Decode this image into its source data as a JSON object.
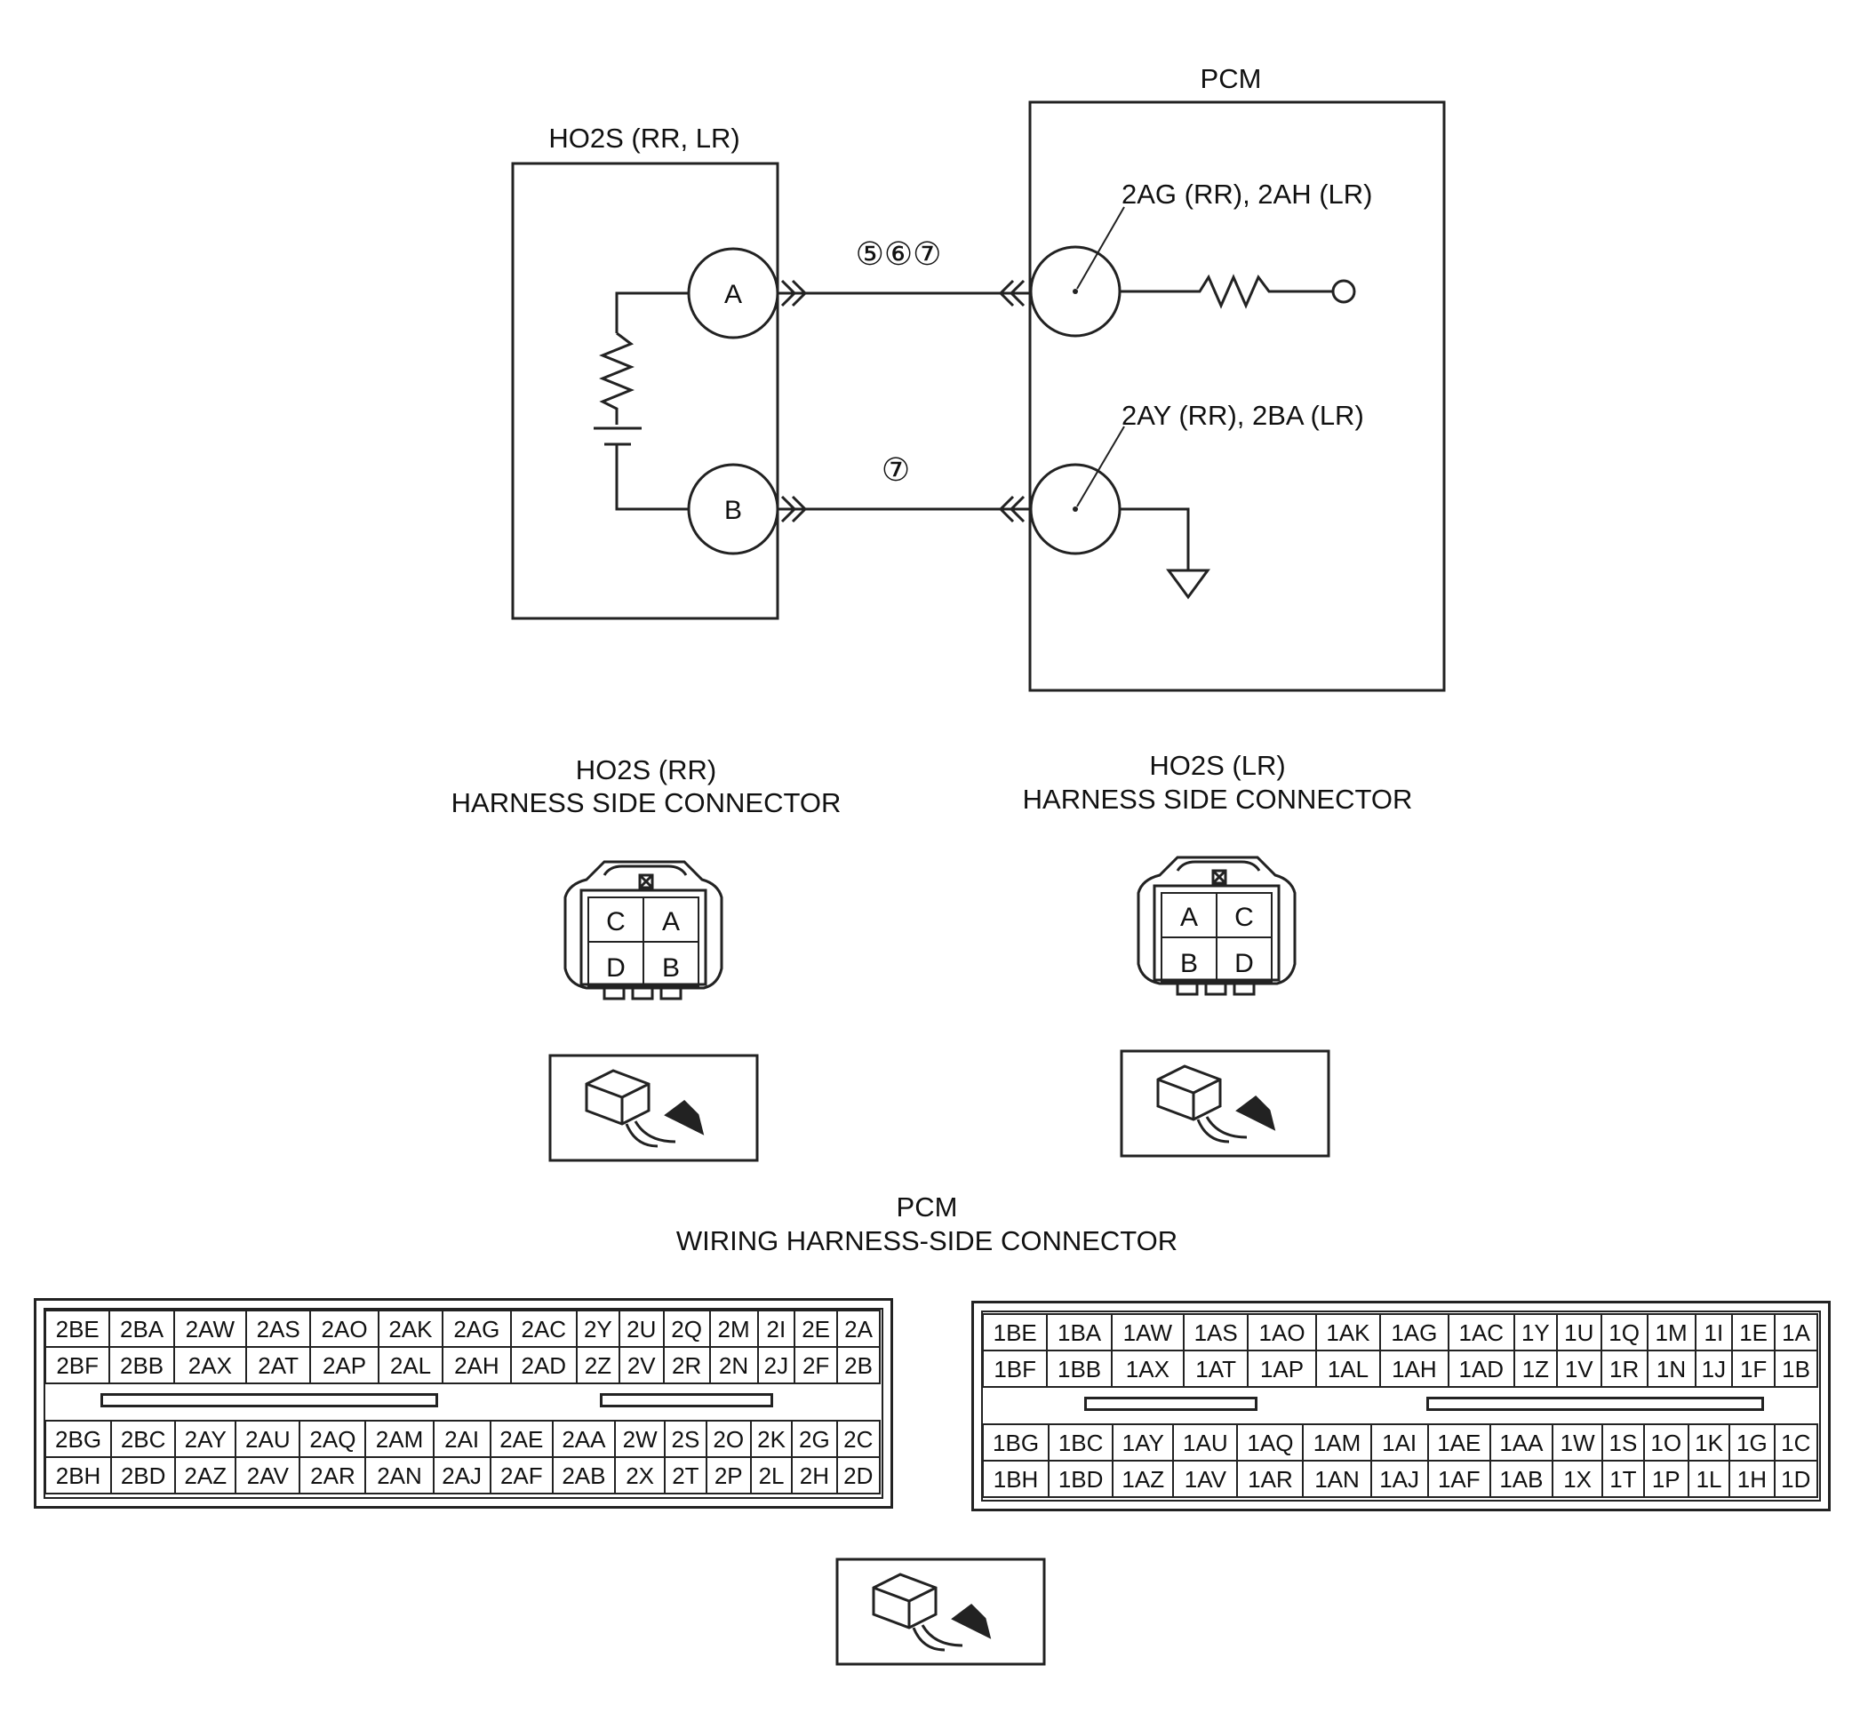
{
  "schematic": {
    "sensor": {
      "title": "HO2S (RR, LR)",
      "terminals": [
        "A",
        "B"
      ]
    },
    "pcm": {
      "title": "PCM",
      "terminal_top_label": "2AG (RR), 2AH (LR)",
      "terminal_bottom_label": "2AY (RR), 2BA (LR)"
    },
    "wire_top_marks": "⑤⑥⑦",
    "wire_bottom_marks": "⑦"
  },
  "connectors": {
    "rr": {
      "title_line1": "HO2S (RR)",
      "title_line2": "HARNESS SIDE CONNECTOR",
      "pins": [
        [
          "C",
          "A"
        ],
        [
          "D",
          "B"
        ]
      ]
    },
    "lr": {
      "title_line1": "HO2S (LR)",
      "title_line2": "HARNESS SIDE CONNECTOR",
      "pins": [
        [
          "A",
          "C"
        ],
        [
          "B",
          "D"
        ]
      ]
    }
  },
  "pcm_connector": {
    "title_line1": "PCM",
    "title_line2": "WIRING HARNESS-SIDE CONNECTOR",
    "left_block": {
      "upper": [
        [
          "2BE",
          "2BA",
          "2AW",
          "2AS",
          "2AO",
          "2AK",
          "2AG",
          "2AC",
          "2Y",
          "2U",
          "2Q",
          "2M",
          "2I",
          "2E",
          "2A"
        ],
        [
          "2BF",
          "2BB",
          "2AX",
          "2AT",
          "2AP",
          "2AL",
          "2AH",
          "2AD",
          "2Z",
          "2V",
          "2R",
          "2N",
          "2J",
          "2F",
          "2B"
        ]
      ],
      "lower": [
        [
          "2BG",
          "2BC",
          "2AY",
          "2AU",
          "2AQ",
          "2AM",
          "2AI",
          "2AE",
          "2AA",
          "2W",
          "2S",
          "2O",
          "2K",
          "2G",
          "2C"
        ],
        [
          "2BH",
          "2BD",
          "2AZ",
          "2AV",
          "2AR",
          "2AN",
          "2AJ",
          "2AF",
          "2AB",
          "2X",
          "2T",
          "2P",
          "2L",
          "2H",
          "2D"
        ]
      ]
    },
    "right_block": {
      "upper": [
        [
          "1BE",
          "1BA",
          "1AW",
          "1AS",
          "1AO",
          "1AK",
          "1AG",
          "1AC",
          "1Y",
          "1U",
          "1Q",
          "1M",
          "1I",
          "1E",
          "1A"
        ],
        [
          "1BF",
          "1BB",
          "1AX",
          "1AT",
          "1AP",
          "1AL",
          "1AH",
          "1AD",
          "1Z",
          "1V",
          "1R",
          "1N",
          "1J",
          "1F",
          "1B"
        ]
      ],
      "lower": [
        [
          "1BG",
          "1BC",
          "1AY",
          "1AU",
          "1AQ",
          "1AM",
          "1AI",
          "1AE",
          "1AA",
          "1W",
          "1S",
          "1O",
          "1K",
          "1G",
          "1C"
        ],
        [
          "1BH",
          "1BD",
          "1AZ",
          "1AV",
          "1AR",
          "1AN",
          "1AJ",
          "1AF",
          "1AB",
          "1X",
          "1T",
          "1P",
          "1L",
          "1H",
          "1D"
        ]
      ]
    }
  }
}
